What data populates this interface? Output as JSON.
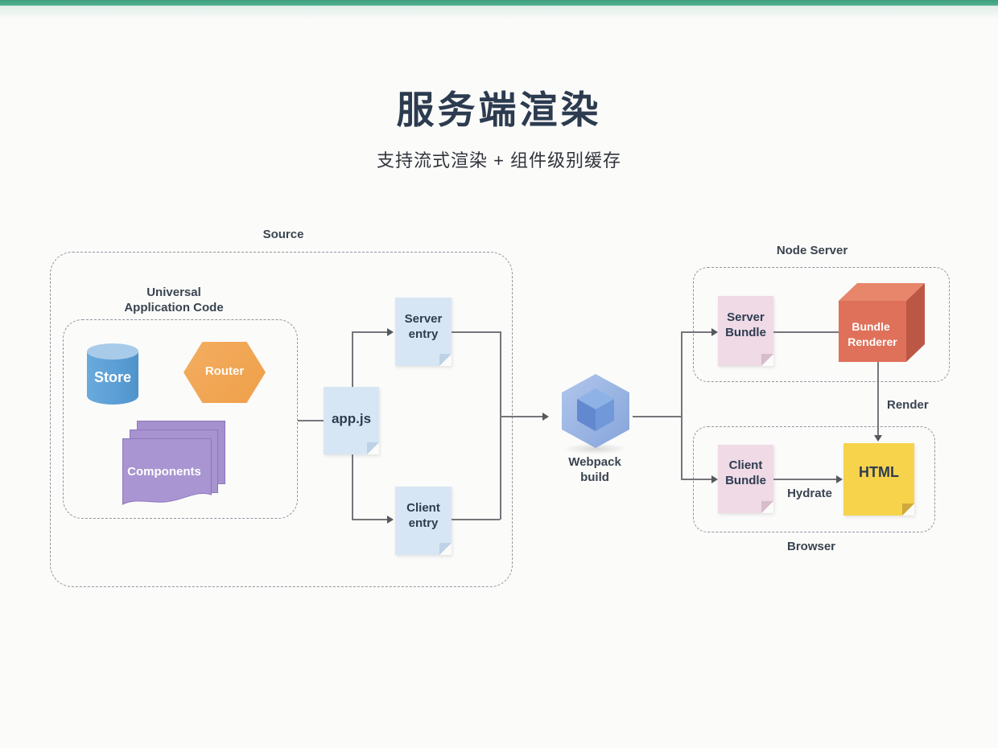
{
  "header": {
    "title": "服务端渲染",
    "subtitle": "支持流式渲染 + 组件级别缓存"
  },
  "labels": {
    "source": "Source",
    "universal_line1": "Universal",
    "universal_line2": "Application Code",
    "node_server": "Node Server",
    "browser": "Browser",
    "render": "Render",
    "hydrate": "Hydrate",
    "webpack_line1": "Webpack",
    "webpack_line2": "build"
  },
  "nodes": {
    "store": "Store",
    "router": "Router",
    "components": "Components",
    "appjs": "app.js",
    "server_entry_l1": "Server",
    "server_entry_l2": "entry",
    "client_entry_l1": "Client",
    "client_entry_l2": "entry",
    "server_bundle_l1": "Server",
    "server_bundle_l2": "Bundle",
    "client_bundle_l1": "Client",
    "client_bundle_l2": "Bundle",
    "bundle_renderer_l1": "Bundle",
    "bundle_renderer_l2": "Renderer",
    "html": "HTML"
  },
  "colors": {
    "topbar_green": "#45a886",
    "title_navy": "#2c3b4f",
    "store_blue": "#5b9fd6",
    "router_orange": "#f1a655",
    "components_purple": "#a995d1",
    "note_blue": "#d7e6f4",
    "note_pink": "#efdae6",
    "note_yellow": "#f6d34b",
    "bundle_cube_red": "#df715a",
    "webpack_blue": "#87a6dd",
    "line_gray": "#74767a"
  }
}
